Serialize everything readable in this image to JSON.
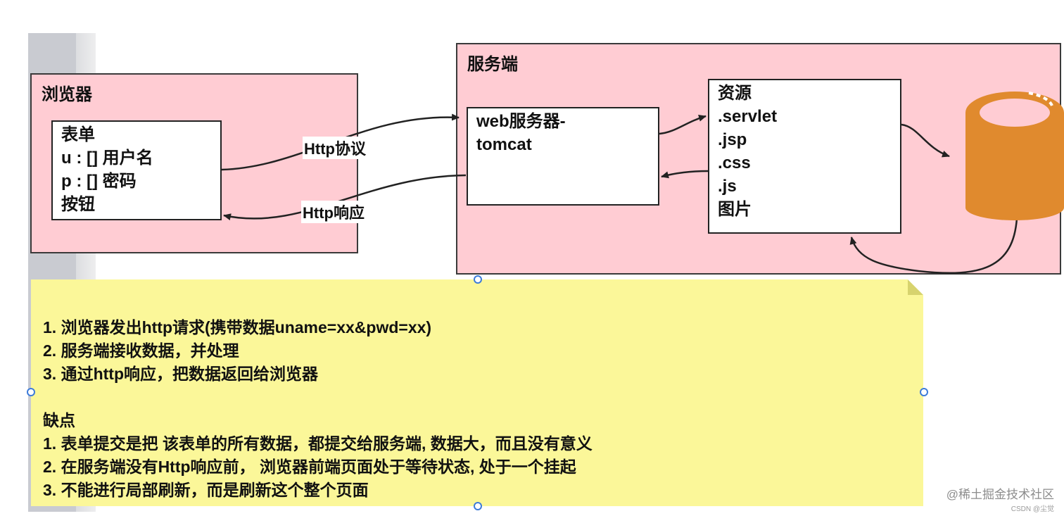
{
  "browser": {
    "title": "浏览器",
    "form": [
      "表单",
      "u : [] 用户名",
      "p : [] 密码",
      "按钮"
    ]
  },
  "arrows": {
    "request": "Http协议",
    "response": "Http响应"
  },
  "server": {
    "title": "服务端",
    "web_server": [
      "web服务器-",
      "tomcat"
    ],
    "resources": [
      "资源",
      ".servlet",
      ".jsp",
      ".css",
      ".js",
      "图片"
    ],
    "database_icon": "database-cylinder-icon"
  },
  "note": {
    "steps": [
      "1. 浏览器发出http请求(携带数据uname=xx&pwd=xx)",
      "2. 服务端接收数据，并处理",
      "3. 通过http响应，把数据返回给浏览器"
    ],
    "drawbacks_title": "缺点",
    "drawbacks": [
      "1. 表单提交是把 该表单的所有数据，都提交给服务端, 数据大，而且没有意义",
      "2. 在服务端没有Http响应前， 浏览器前端页面处于等待状态, 处于一个挂起",
      "3. 不能进行局部刷新，而是刷新这个整个页面"
    ]
  },
  "watermark": {
    "main": "@稀土掘金技术社区",
    "sub": "CSDN @尘觉"
  },
  "colors": {
    "region": "#ffccd3",
    "note": "#fbf799",
    "db": "#e08a2e",
    "handle": "#3d7bd9"
  }
}
